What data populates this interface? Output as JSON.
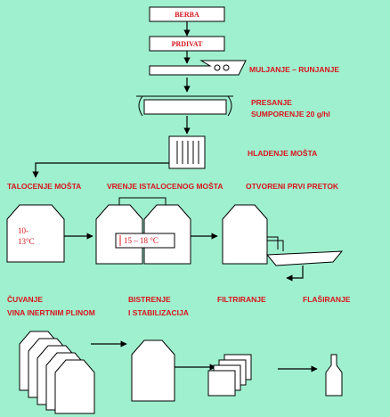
{
  "colors": {
    "background": "#9ff0cf",
    "label": "#d8141b",
    "stroke": "#000000",
    "fill": "#ffffff"
  },
  "steps": {
    "berba": "BERBA",
    "prdivat": "PRDIVAT",
    "muljanje": "MULJANJE – RUNJANJE",
    "presanje": "PRESANJE",
    "sumporenje": "SUMPORENJE 20 g/hl",
    "hladenje": "HLADENJE MOŠTA",
    "talocenje": "TALOCENJE MOŠTA",
    "vrenje": "VRENJE ISTALOCENOG MOŠTA",
    "otvoreni": "OTVORENI PRVI  PRETOK",
    "cuvanje_1": "ČUVANJE",
    "cuvanje_2": "VINA INERTNIM PLINOM",
    "bistrenje_1": "BISTRENJE",
    "bistrenje_2": "I STABILIZACIJA",
    "filtriranje": "FILTRIRANJE",
    "flasiranje": "FLAŠIRANJE"
  },
  "temps": {
    "talocenje_1": "10-",
    "talocenje_2": "13°C",
    "vrenje": "15 – 18 °C"
  }
}
